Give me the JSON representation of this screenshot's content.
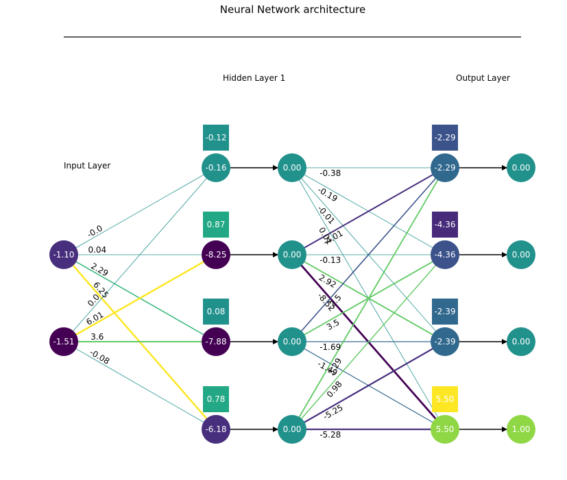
{
  "title": "Neural Network architecture",
  "layer_labels": {
    "input": "Input Layer",
    "hidden": "Hidden Layer 1",
    "output": "Output Layer"
  },
  "palette": {
    "edge_teal": "#21918c",
    "edge_green": "#5ec962",
    "edge_yellow": "#fde725",
    "edge_purple": "#3b0f70",
    "edge_dark_purple": "#440154",
    "edge_blue": "#3b528b",
    "edge_dark_blue": "#31688e",
    "edge_black": "#000000"
  },
  "inputs": [
    {
      "value": "-1.10",
      "color": "#472f7d"
    },
    {
      "value": "-1.51",
      "color": "#440154"
    }
  ],
  "hidden_pre": [
    {
      "value": "-0.16",
      "color": "#21918c",
      "bias": "-0.12",
      "bias_color": "#21918c"
    },
    {
      "value": "-8.25",
      "color": "#440154",
      "bias": "0.87",
      "bias_color": "#22a884"
    },
    {
      "value": "-7.88",
      "color": "#440154",
      "bias": "0.08",
      "bias_color": "#21918c"
    },
    {
      "value": "-6.18",
      "color": "#472f7d",
      "bias": "0.78",
      "bias_color": "#22a884"
    }
  ],
  "hidden_post": [
    {
      "value": "0.00",
      "color": "#21918c"
    },
    {
      "value": "0.00",
      "color": "#21918c"
    },
    {
      "value": "0.00",
      "color": "#21918c"
    },
    {
      "value": "0.00",
      "color": "#21918c"
    }
  ],
  "output_pre": [
    {
      "value": "-2.29",
      "color": "#31688e",
      "bias": "-2.29",
      "bias_color": "#3b528b"
    },
    {
      "value": "-4.36",
      "color": "#3b528b",
      "bias": "-4.36",
      "bias_color": "#472a7a"
    },
    {
      "value": "-2.39",
      "color": "#31688e",
      "bias": "-2.39",
      "bias_color": "#31688e"
    },
    {
      "value": "5.50",
      "color": "#8fd744",
      "bias": "5.50",
      "bias_color": "#fde725"
    }
  ],
  "output_post": [
    {
      "value": "0.00",
      "color": "#21918c"
    },
    {
      "value": "0.00",
      "color": "#21918c"
    },
    {
      "value": "0.00",
      "color": "#21918c"
    },
    {
      "value": "1.00",
      "color": "#8fd744"
    }
  ],
  "weights_in_hidden": [
    {
      "from": 0,
      "to": 0,
      "w": "-0.0",
      "color": "#21918c",
      "width": 0.8
    },
    {
      "from": 0,
      "to": 1,
      "w": "0.04",
      "color": "#21918c",
      "width": 0.8
    },
    {
      "from": 0,
      "to": 2,
      "w": "2.29",
      "color": "#35b779",
      "width": 1.5
    },
    {
      "from": 0,
      "to": 3,
      "w": "6.25",
      "color": "#fde725",
      "width": 2.5
    },
    {
      "from": 1,
      "to": 0,
      "w": "0.0",
      "color": "#21918c",
      "width": 0.8
    },
    {
      "from": 1,
      "to": 1,
      "w": "6.01",
      "color": "#fde725",
      "width": 2.5
    },
    {
      "from": 1,
      "to": 2,
      "w": "3.6",
      "color": "#5ec962",
      "width": 2.0
    },
    {
      "from": 1,
      "to": 3,
      "w": "-0.08",
      "color": "#21918c",
      "width": 0.8
    }
  ],
  "weights_hidden_out": [
    {
      "from": 0,
      "to": 0,
      "w": "-0.38",
      "color": "#21918c",
      "width": 0.8
    },
    {
      "from": 0,
      "to": 1,
      "w": "-0.19",
      "color": "#21918c",
      "width": 0.8
    },
    {
      "from": 0,
      "to": 2,
      "w": "-0.01",
      "color": "#21918c",
      "width": 0.8
    },
    {
      "from": 0,
      "to": 3,
      "w": "0.01",
      "color": "#21918c",
      "width": 0.8
    },
    {
      "from": 1,
      "to": 0,
      "w": "-4.01",
      "color": "#472f7d",
      "width": 2.0
    },
    {
      "from": 1,
      "to": 1,
      "w": "-0.13",
      "color": "#21918c",
      "width": 0.8
    },
    {
      "from": 1,
      "to": 2,
      "w": "2.92",
      "color": "#5ec962",
      "width": 1.8
    },
    {
      "from": 1,
      "to": 3,
      "w": "-8.52",
      "color": "#440154",
      "width": 2.8
    },
    {
      "from": 2,
      "to": 0,
      "w": "-2.5",
      "color": "#3b528b",
      "width": 1.6
    },
    {
      "from": 2,
      "to": 1,
      "w": "3.5",
      "color": "#5ec962",
      "width": 1.8
    },
    {
      "from": 2,
      "to": 2,
      "w": "-1.69",
      "color": "#31688e",
      "width": 1.2
    },
    {
      "from": 2,
      "to": 3,
      "w": "-1.49",
      "color": "#31688e",
      "width": 1.2
    },
    {
      "from": 3,
      "to": 0,
      "w": "3.29",
      "color": "#5ec962",
      "width": 1.8
    },
    {
      "from": 3,
      "to": 1,
      "w": "0.98",
      "color": "#5ec962",
      "width": 1.4
    },
    {
      "from": 3,
      "to": 2,
      "w": "-5.25",
      "color": "#472f7d",
      "width": 2.2
    },
    {
      "from": 3,
      "to": 3,
      "w": "-5.28",
      "color": "#472f7d",
      "width": 2.2
    }
  ]
}
